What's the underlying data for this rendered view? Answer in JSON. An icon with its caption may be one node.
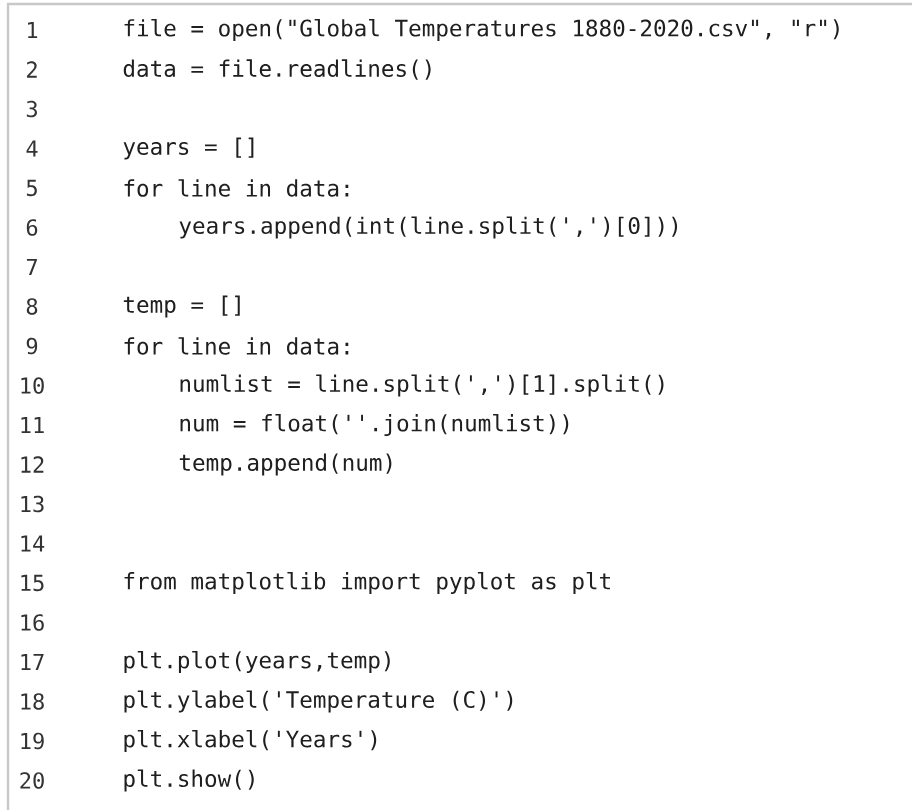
{
  "diagram": {
    "labels": [
      "1",
      "file = open(\"Global Temperatures 1880-2020.csv\", \"r\")",
      "2",
      "data = file.readlines()",
      "3",
      "4",
      "years = []",
      "5",
      "for line in data:",
      "6",
      "years.append(int(line.split(',')[0]))",
      "7",
      "8",
      "temp = []",
      "9",
      "for line in data:",
      "10",
      "numlist = line.split(',')[1].split()",
      "11",
      "num = float(''.join(numlist))",
      "12",
      "temp.append(num)",
      "13",
      "14",
      "15",
      "from matplotlib import pyplot as plt",
      "16",
      "17",
      "plt.plot(years,temp)",
      "18",
      "plt.ylabel('Temperature (C)')",
      "19",
      "plt.xlabel('Years')",
      "20",
      "plt.show()"
    ]
  }
}
